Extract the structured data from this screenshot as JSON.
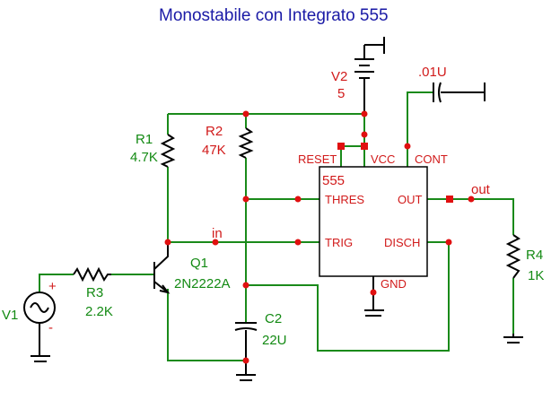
{
  "title": "Monostabile con Integrato 555",
  "components": {
    "v2": {
      "ref": "V2",
      "value": "5"
    },
    "cap_cont": {
      "value": ".01U"
    },
    "r1": {
      "ref": "R1",
      "value": "4.7K"
    },
    "r2": {
      "ref": "R2",
      "value": "47K"
    },
    "r3": {
      "ref": "R3",
      "value": "2.2K"
    },
    "r4": {
      "ref": "R4",
      "value": "1K"
    },
    "q1": {
      "ref": "Q1",
      "value": "2N2222A"
    },
    "c2": {
      "ref": "C2",
      "value": "22U"
    },
    "v1": {
      "ref": "V1",
      "plus": "+",
      "minus": "-"
    },
    "ic": {
      "name": "555",
      "pins": {
        "reset": "RESET",
        "vcc": "VCC",
        "cont": "CONT",
        "thres": "THRES",
        "out": "OUT",
        "trig": "TRIG",
        "disch": "DISCH",
        "gnd": "GND"
      }
    }
  },
  "nets": {
    "in": "in",
    "out": "out"
  },
  "colors": {
    "wire": "#1a8a1a",
    "label_red": "#d11a1a",
    "label_green": "#138a13",
    "title": "#1a1aa6"
  }
}
